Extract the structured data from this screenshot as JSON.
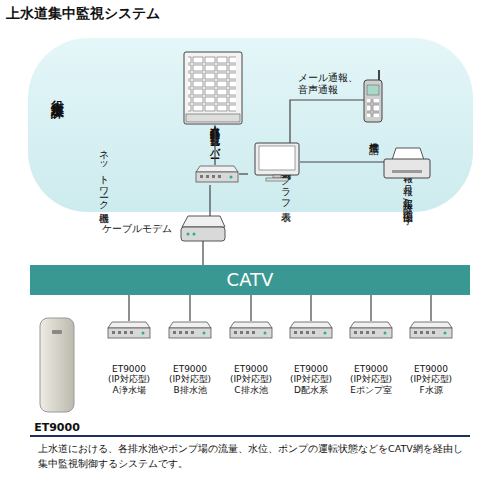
{
  "diagram": {
    "title": "上水道集中監視システム",
    "caption": "上水道における、各排水池やポンプ場の流量、水位、ポンプの運転状態などをCATV網を経由し 集中監視制御するシステムです。",
    "nodes": [
      {
        "text": [
          "役所水道課"
        ]
      },
      {
        "text": [
          "上水道集中 監視サーバー"
        ],
        "in": 0
      },
      {
        "text": [
          "ネットワーク機器"
        ],
        "in": 0
      },
      {
        "text": [
          "子局状態表示 グラフ表示"
        ],
        "in": 0
      },
      {
        "text": [
          "携帯電話"
        ],
        "in": 0
      },
      {
        "text": [
          "日報、月報、年報 故障/復旧印字"
        ],
        "in": 0
      },
      {
        "text": [
          "ケーブルモデム"
        ]
      },
      {
        "text": [
          "CATV"
        ]
      },
      {
        "text": [
          "ET9000"
        ]
      },
      {
        "text": [
          "ET9000 (IP対応型) A浄水場"
        ]
      },
      {
        "text": [
          "ET9000 (IP対応型) B排水池"
        ]
      },
      {
        "text": [
          "ET9000 (IP対応型) C排水池"
        ]
      },
      {
        "text": [
          "ET9000 (IP対応型) D配水系"
        ]
      },
      {
        "text": [
          "ET9000 (IP対応型) Eポンプ室"
        ]
      },
      {
        "text": [
          "ET9000 (IP対応型) F水源"
        ]
      }
    ],
    "edges": [
      {
        "from": 1,
        "to": 2,
        "arrow": "none"
      },
      {
        "from": 2,
        "to": 3,
        "arrow": "none"
      },
      {
        "from": 3,
        "to": 4,
        "label": "メール通報、 音声通報",
        "arrow": "none"
      },
      {
        "from": 3,
        "to": 5,
        "arrow": "none"
      },
      {
        "from": 2,
        "to": 6,
        "arrow": "none"
      },
      {
        "from": 6,
        "to": 7,
        "arrow": "none"
      },
      {
        "from": 7,
        "to": 9,
        "arrow": "none"
      },
      {
        "from": 7,
        "to": 10,
        "arrow": "none"
      },
      {
        "from": 7,
        "to": 11,
        "arrow": "none"
      },
      {
        "from": 7,
        "to": 12,
        "arrow": "none"
      },
      {
        "from": 7,
        "to": 13,
        "arrow": "none"
      },
      {
        "from": 7,
        "to": 14,
        "arrow": "none"
      }
    ]
  }
}
